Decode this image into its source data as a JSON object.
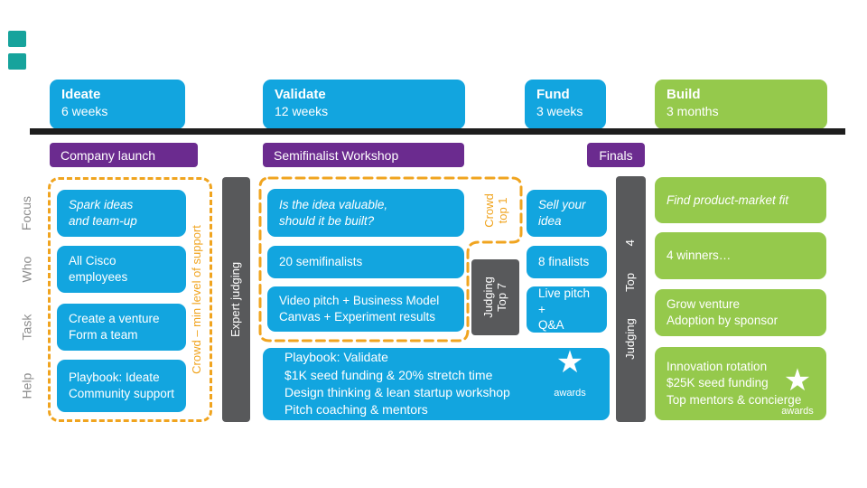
{
  "phases": [
    {
      "name": "Ideate",
      "duration": "6 weeks"
    },
    {
      "name": "Validate",
      "duration": "12 weeks"
    },
    {
      "name": "Fund",
      "duration": "3 weeks"
    },
    {
      "name": "Build",
      "duration": "3 months"
    }
  ],
  "milestones": {
    "company_launch": "Company launch",
    "semifinalist_workshop": "Semifinalist Workshop",
    "finals": "Finals"
  },
  "row_labels": {
    "focus": "Focus",
    "who": "Who",
    "task": "Task",
    "help": "Help"
  },
  "annotations": {
    "crowd_support": "Crowd – min level of support",
    "crowd_top1": "Crowd\ntop 1"
  },
  "judging": {
    "expert": "Expert judging",
    "top7": "Judging\nTop 7",
    "top4": "Judging Top 4"
  },
  "ideate": {
    "focus": "Spark ideas\nand team-up",
    "who": "All Cisco\nemployees",
    "task": "Create a venture\nForm a team",
    "help": "Playbook: Ideate\nCommunity support"
  },
  "validate": {
    "focus": "Is the idea valuable,\nshould it be built?",
    "who": "20 semifinalists",
    "task": "Video pitch + Business Model\nCanvas + Experiment results",
    "help": "Playbook: Validate\n$1K seed funding & 20% stretch time\nDesign thinking & lean startup workshop\nPitch coaching & mentors"
  },
  "fund": {
    "focus": "Sell your\nidea",
    "who": "8 finalists",
    "task": "Live pitch +\nQ&A"
  },
  "build": {
    "focus": "Find product-market fit",
    "who": "4 winners…",
    "task": "Grow venture\nAdoption by sponsor",
    "help": "Innovation rotation\n$25K seed funding\nTop mentors & concierge"
  },
  "awards": {
    "star": "★",
    "label": "awards"
  },
  "colors": {
    "blue": "#12a5df",
    "green": "#95c94c",
    "purple": "#6b2b8f",
    "gray_bar": "#58595b",
    "orange": "#f0a41f",
    "timeline_black": "#1d1d1d",
    "row_label_gray": "#8d8d8d",
    "teal_decor": "#16a39c"
  }
}
